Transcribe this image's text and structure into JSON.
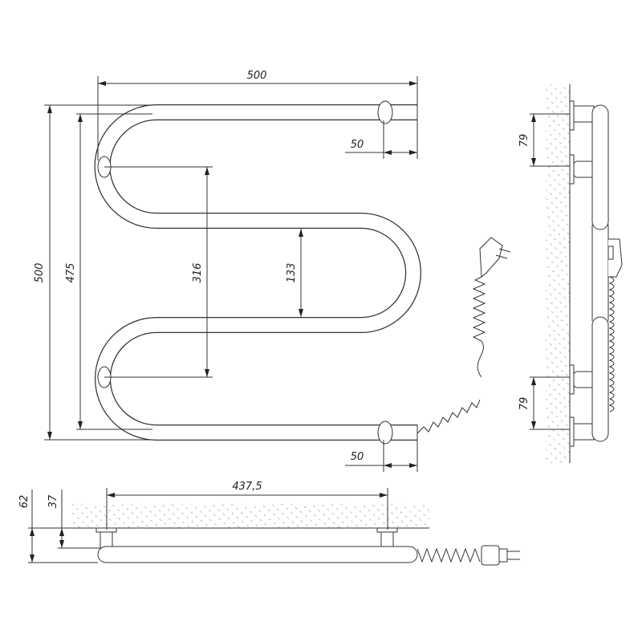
{
  "drawing": {
    "front_view": {
      "overall_width": "500",
      "overall_height": "500",
      "center_height": "475",
      "bend_spacing": "316",
      "inner_gap": "133",
      "top_offset": "50",
      "bottom_offset": "50"
    },
    "side_view": {
      "top_bracket_spacing": "79",
      "bottom_bracket_spacing": "79"
    },
    "bottom_view": {
      "mount_spacing": "437,5",
      "total_depth": "62",
      "mount_depth": "37"
    },
    "colors": {
      "line": "#333333",
      "background": "#ffffff"
    }
  }
}
